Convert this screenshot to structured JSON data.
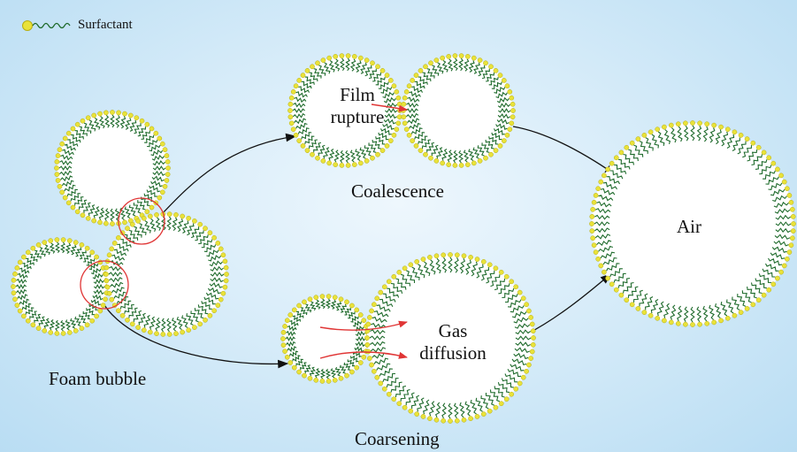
{
  "legend": {
    "label": "Surfactant",
    "icon": "surfactant-molecule-icon"
  },
  "labels": {
    "film_rupture": [
      "Film",
      "rupture"
    ],
    "coalescence": "Coalescence",
    "gas_diffusion": [
      "Gas",
      "diffusion"
    ],
    "coarsening": "Coarsening",
    "foam_bubble": "Foam bubble",
    "air": "Air"
  },
  "colors": {
    "head": "#e9e23a",
    "head_stroke": "#b7ae12",
    "tail": "#1f6b2c",
    "arrow": "#111111",
    "highlight": "#e03535",
    "background": "#cfe8f8"
  }
}
